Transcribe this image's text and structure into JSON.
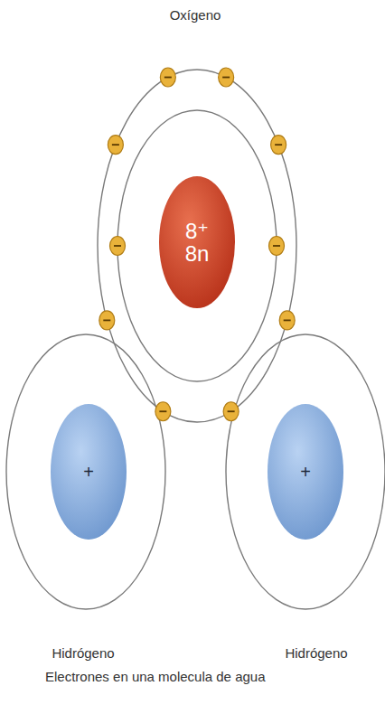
{
  "diagram": {
    "caption": "Electrones en una molecula de agua",
    "nodes": [
      {
        "text": [
          "8⁺",
          "8n"
        ]
      },
      {
        "text": [
          "+"
        ]
      },
      {
        "text": [
          "+"
        ]
      }
    ],
    "labels": [
      "Oxígeno",
      "Hidrógeno",
      "Hidrógeno"
    ]
  }
}
